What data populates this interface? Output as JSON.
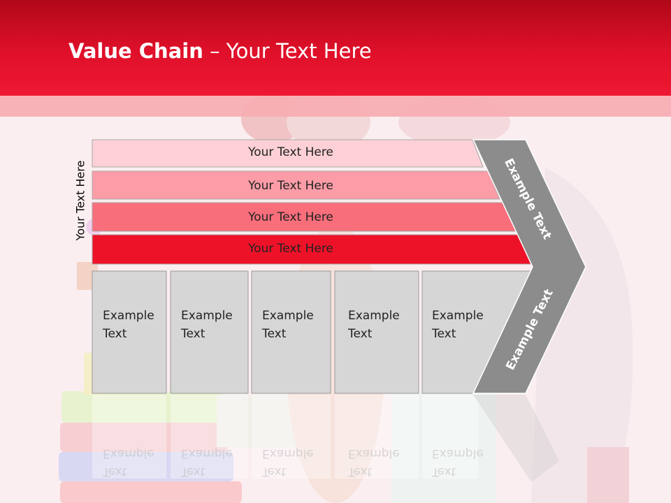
{
  "slide": {
    "title_bold": "Value Chain",
    "title_rest": " – Your Text Here",
    "side_label": "Your Text Here"
  },
  "bars": [
    {
      "label": "Your Text Here",
      "color": "#fcd0d6"
    },
    {
      "label": "Your Text Here",
      "color": "#fb9ca6"
    },
    {
      "label": "Your Text Here",
      "color": "#f86e7b"
    },
    {
      "label": "Your Text Here",
      "color": "#ee1229"
    }
  ],
  "boxes": [
    {
      "line1": "Example",
      "line2": "Text"
    },
    {
      "line1": "Example",
      "line2": "Text"
    },
    {
      "line1": "Example",
      "line2": "Text"
    },
    {
      "line1": "Example",
      "line2": "Text"
    },
    {
      "line1": "Example",
      "line2": "Text"
    }
  ],
  "chevron": {
    "upper_label": "Example Text",
    "lower_label": "Example Text",
    "color": "#8c8c8c"
  },
  "colors": {
    "header": "#e0102a",
    "box_fill": "#d6d6d6"
  }
}
